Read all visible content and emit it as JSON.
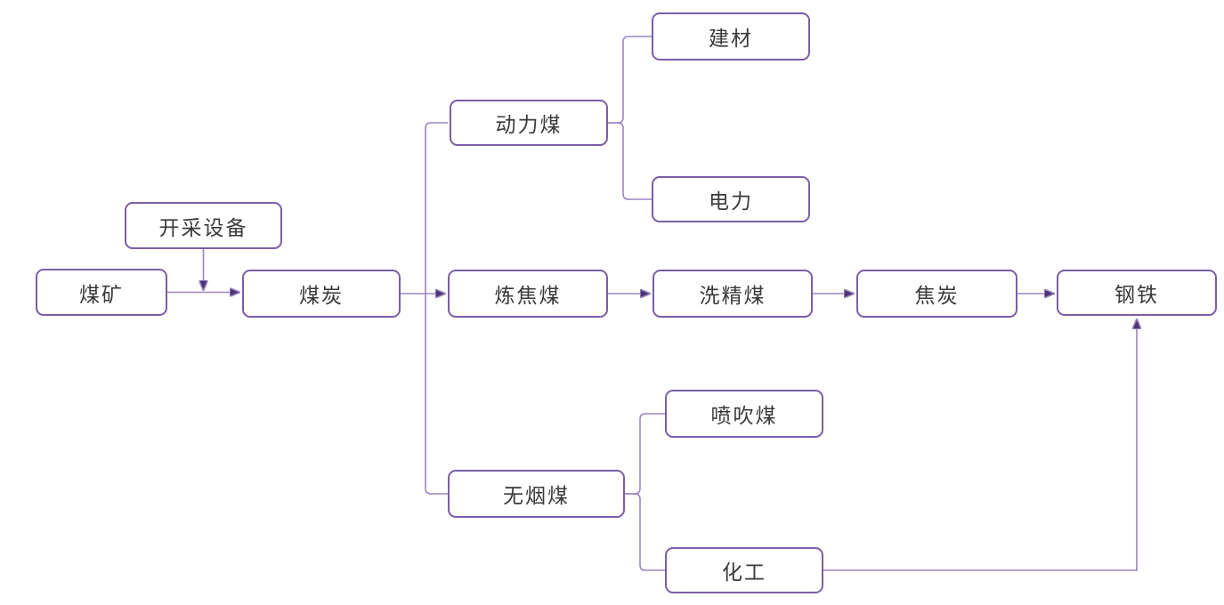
{
  "diagram": {
    "title": "coal-industry-chain-flowchart",
    "nodes": {
      "equipment": {
        "label": "开采设备"
      },
      "mine": {
        "label": "煤矿"
      },
      "coal": {
        "label": "煤炭"
      },
      "thermal": {
        "label": "动力煤"
      },
      "building": {
        "label": "建材"
      },
      "power": {
        "label": "电力"
      },
      "coking": {
        "label": "炼焦煤"
      },
      "washed": {
        "label": "洗精煤"
      },
      "coke": {
        "label": "焦炭"
      },
      "steel": {
        "label": "钢铁"
      },
      "anthracite": {
        "label": "无烟煤"
      },
      "injection": {
        "label": "喷吹煤"
      },
      "chemical": {
        "label": "化工"
      }
    },
    "edges": [
      {
        "from": "mine",
        "to": "coal",
        "arrow": true
      },
      {
        "from": "equipment",
        "to": "mine-coal-link",
        "arrow": true
      },
      {
        "from": "coal",
        "to": "thermal",
        "arrow": false
      },
      {
        "from": "coal",
        "to": "coking",
        "arrow": true
      },
      {
        "from": "coal",
        "to": "anthracite",
        "arrow": false
      },
      {
        "from": "thermal",
        "to": "building",
        "arrow": false
      },
      {
        "from": "thermal",
        "to": "power",
        "arrow": false
      },
      {
        "from": "coking",
        "to": "washed",
        "arrow": true
      },
      {
        "from": "washed",
        "to": "coke",
        "arrow": true
      },
      {
        "from": "coke",
        "to": "steel",
        "arrow": true
      },
      {
        "from": "anthracite",
        "to": "injection",
        "arrow": false
      },
      {
        "from": "anthracite",
        "to": "chemical",
        "arrow": false
      },
      {
        "from": "chemical",
        "to": "steel",
        "arrow": true
      }
    ],
    "colors": {
      "background": "#ffffff",
      "box_border": "#7b5ea6",
      "connector": "#9b85c1",
      "arrowhead": "#4a3472",
      "text": "#3a3a3a"
    }
  }
}
